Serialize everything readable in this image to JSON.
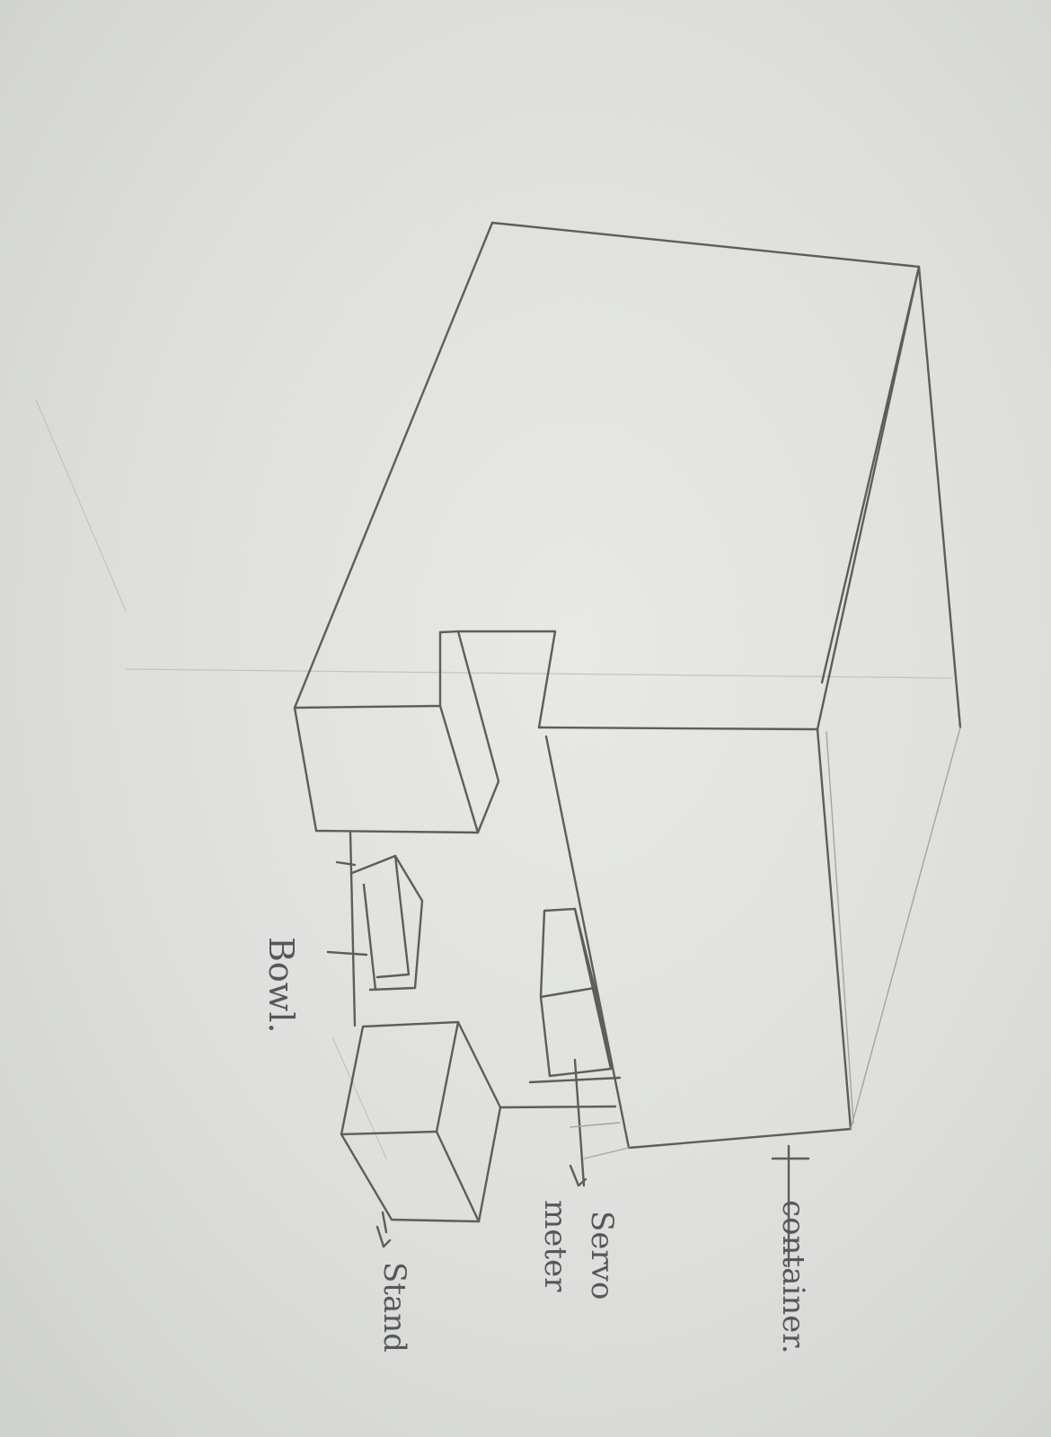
{
  "diagram": {
    "labels": {
      "container": "container.",
      "servo_line1": "Servo",
      "servo_line2": "meter",
      "bowl": "Bowl.",
      "stand": "Stand"
    }
  }
}
